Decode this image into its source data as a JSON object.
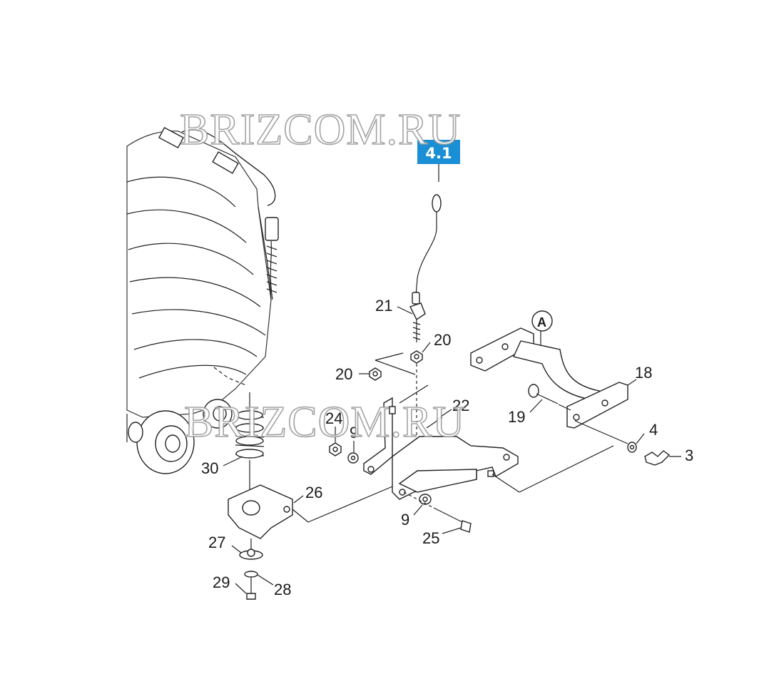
{
  "callout": {
    "label": "4.1",
    "color": "#1a8fd6"
  },
  "detail_marker": "A",
  "watermarks": [
    "BRIZCOM.RU",
    "BRIZCOM.RU"
  ],
  "part_labels": {
    "p21": "21",
    "p20a": "20",
    "p20b": "20",
    "p18": "18",
    "p22": "22",
    "p24": "24",
    "p9a": "9",
    "p19": "19",
    "p4": "4",
    "p3": "3",
    "p30": "30",
    "p26": "26",
    "p9b": "9",
    "p25": "25",
    "p27": "27",
    "p29": "29",
    "p28": "28"
  }
}
